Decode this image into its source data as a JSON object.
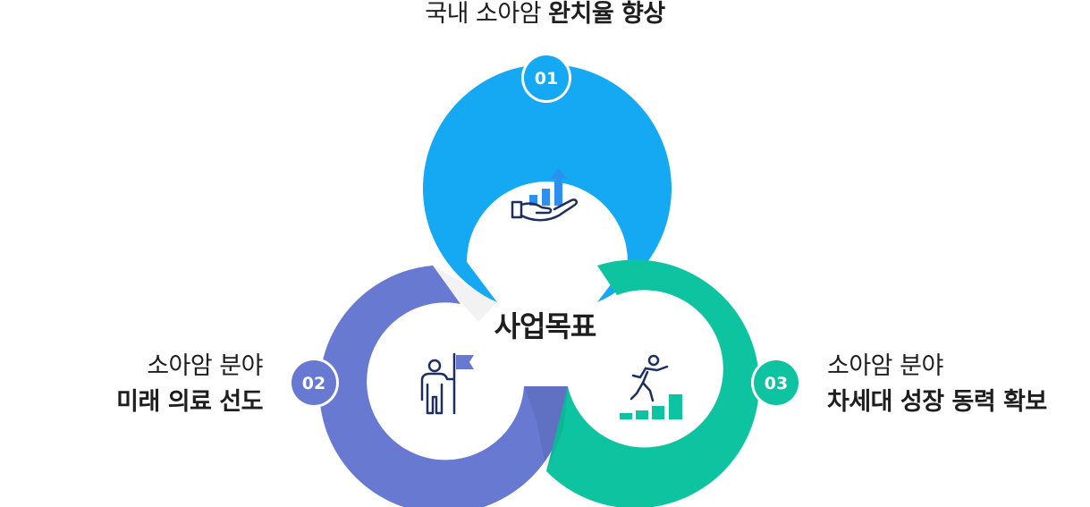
{
  "center_title": "사업목표",
  "goals": [
    {
      "number": "01",
      "line1": "국내 소아암",
      "line2": "완치율 향상",
      "color": "#16a9f3",
      "icon": "hand-growth-chart-icon"
    },
    {
      "number": "02",
      "line1": "소아암 분야",
      "line2": "미래 의료 선도",
      "color": "#6779d0",
      "icon": "person-flag-icon"
    },
    {
      "number": "03",
      "line1": "소아암 분야",
      "line2": "차세대 성장 동력 확보",
      "color": "#0dc3a0",
      "icon": "runner-stairs-icon"
    }
  ],
  "colors": {
    "icon_dark": "#1d2f5f",
    "icon_accent": "#2d8ff0",
    "flag": "#6779d0",
    "stairs": "#0dc3a0"
  }
}
